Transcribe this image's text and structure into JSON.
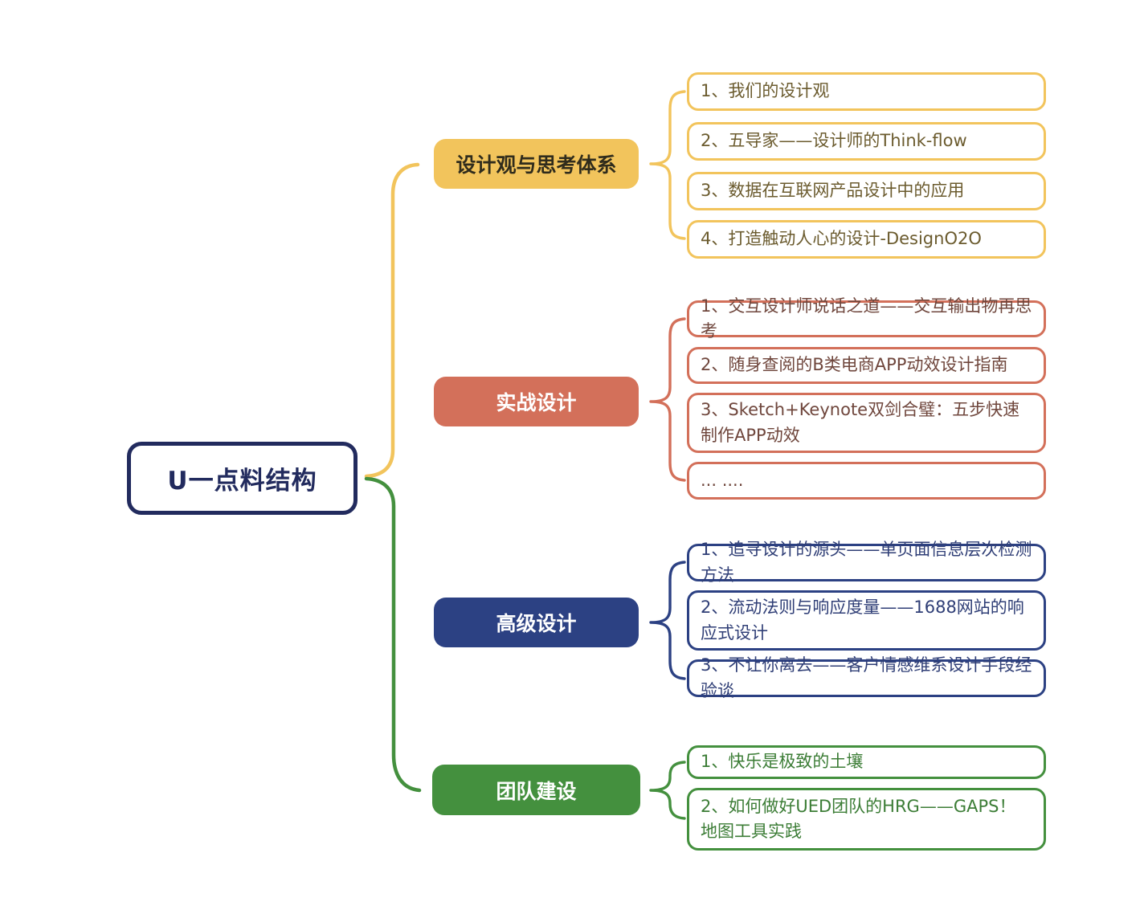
{
  "palette": {
    "yellow": "#F2C45C",
    "salmon": "#D3705A",
    "blue": "#2C4183",
    "green": "#44903E",
    "navy_root": "#222B5E",
    "yellow_text": "#6B5B2E",
    "salmon_text": "#6F463C",
    "blue_text": "#2F3E76",
    "green_text": "#3C7D36",
    "branch1_label_text": "#302C1C",
    "branch_label_text_light": "#FFFFFF"
  },
  "root": {
    "label": "U一点料结构"
  },
  "branches": [
    {
      "label": "设计观与思考体系",
      "children": [
        "1、我们的设计观",
        "2、五导家——设计师的Think-flow",
        "3、数据在互联网产品设计中的应用",
        "4、打造触动人心的设计-DesignO2O"
      ]
    },
    {
      "label": "实战设计",
      "children": [
        "1、交互设计师说话之道——交互输出物再思考",
        "2、随身查阅的B类电商APP动效设计指南",
        "3、Sketch+Keynote双剑合璧：五步快速制作APP动效",
        "... ...."
      ]
    },
    {
      "label": "高级设计",
      "children": [
        "1、追寻设计的源头——单页面信息层次检测方法",
        "2、流动法则与响应度量——1688网站的响应式设计",
        "3、不让你离去——客户情感维系设计手段经验谈"
      ]
    },
    {
      "label": "团队建设",
      "children": [
        "1、快乐是极致的土壤",
        "2、如何做好UED团队的HRG——GAPS！地图工具实践"
      ]
    }
  ]
}
